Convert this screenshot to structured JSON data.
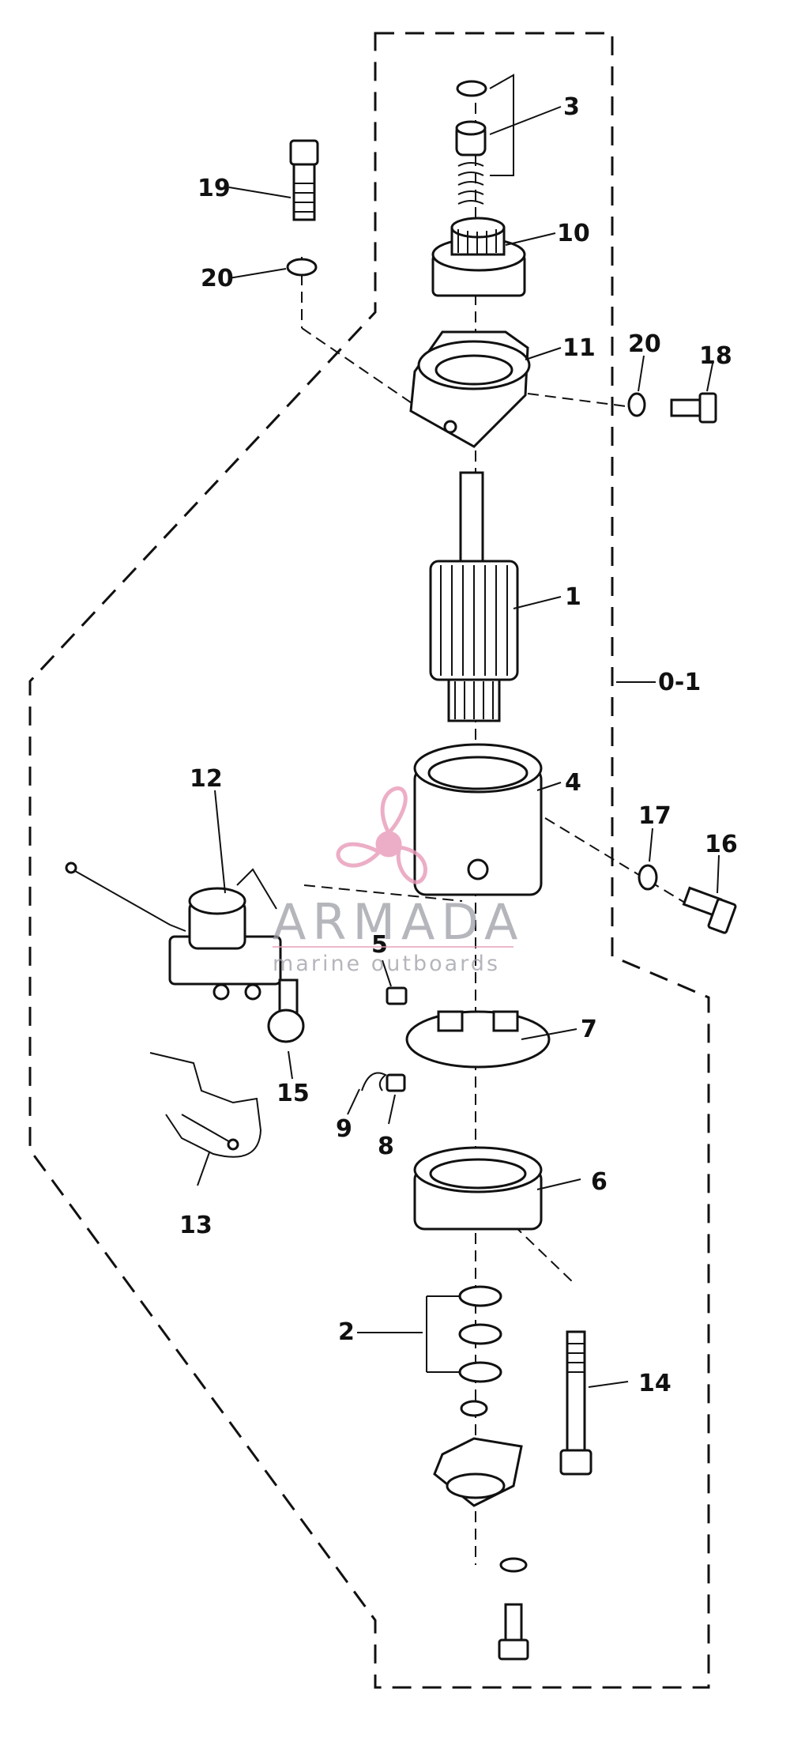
{
  "callouts": {
    "c1": "1",
    "c2": "2",
    "c3": "3",
    "c4": "4",
    "c5": "5",
    "c6": "6",
    "c7": "7",
    "c8": "8",
    "c9": "9",
    "c10": "10",
    "c11": "11",
    "c12": "12",
    "c13": "13",
    "c14": "14",
    "c15": "15",
    "c16": "16",
    "c17": "17",
    "c18": "18",
    "c19": "19",
    "c20a": "20",
    "c20b": "20",
    "kit": "0-1"
  },
  "watermark": {
    "brand": "ARMADA",
    "tagline": "marine outboards",
    "colors": {
      "accent": "#e89ab8",
      "text": "#9b9ea6"
    }
  }
}
